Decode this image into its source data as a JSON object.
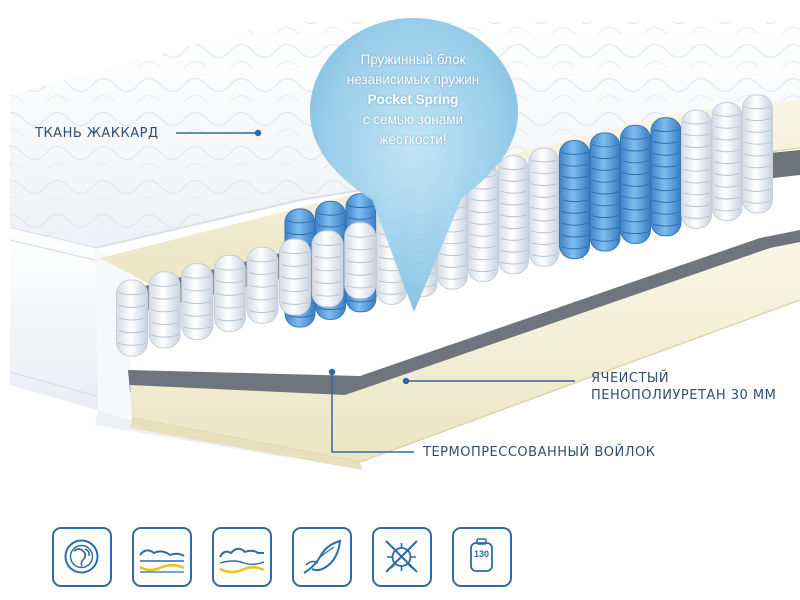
{
  "callouts": {
    "jacquard": "ТКАНЬ ЖАККАРД",
    "foam_line1": "ЯЧЕИСТЫЙ",
    "foam_line2": "ПЕНОПОЛИУРЕТАН 30 ММ",
    "felt": "ТЕРМОПРЕССОВАННЫЙ ВОЙЛОК"
  },
  "bubble": {
    "line1": "Пружинный блок",
    "line2": "независимых пружин",
    "line3": "Pocket Spring",
    "line4": "с семью зонами",
    "line5": "жесткости!"
  },
  "icons": [
    {
      "name": "globe-icon"
    },
    {
      "name": "orthopedic-support-icon"
    },
    {
      "name": "body-contour-icon"
    },
    {
      "name": "natural-leaf-icon"
    },
    {
      "name": "anti-allergy-icon"
    },
    {
      "name": "max-load-icon",
      "text": "130"
    }
  ],
  "colors": {
    "accent": "#2c6aa8",
    "label": "#2e4f72",
    "zone_blue": "#5da2df",
    "spring_white": "#f1f4f8",
    "foam": "#f2edd2",
    "felt": "#6e747b"
  }
}
